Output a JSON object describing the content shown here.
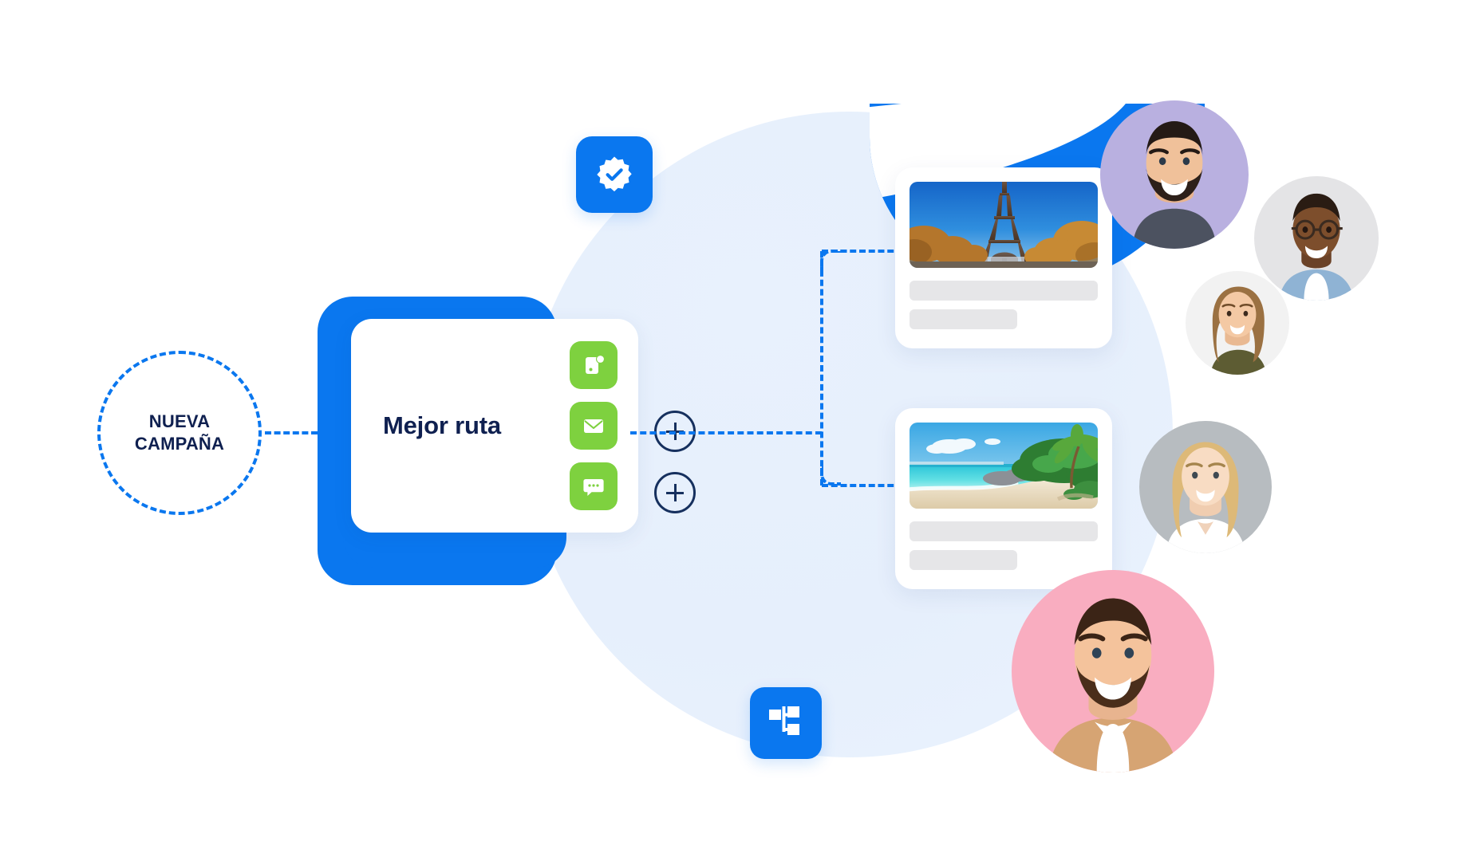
{
  "scene": {
    "title": "Campaign journey builder illustration",
    "colors": {
      "brand_blue": "#0a77ef",
      "accent_green": "#7ed13f",
      "navy_text": "#0f2050",
      "outline_navy": "#16305e",
      "soft_blue_bg": "#e8f1fd",
      "skeleton_gray": "#e6e6e8"
    }
  },
  "entry_node": {
    "label_line1": "NUEVA",
    "label_line2": "CAMPAÑA",
    "shape": "dashed-circle"
  },
  "main_card": {
    "title": "Mejor ruta",
    "channels": [
      {
        "name": "push-notification",
        "icon": "mobile-push-icon",
        "color": "#7ed13f"
      },
      {
        "name": "email",
        "icon": "envelope-icon",
        "color": "#7ed13f"
      },
      {
        "name": "sms-chat",
        "icon": "chat-bubble-icon",
        "color": "#7ed13f"
      }
    ],
    "add_buttons": [
      {
        "name": "add-step-1",
        "label": "+"
      },
      {
        "name": "add-step-2",
        "label": "+"
      }
    ]
  },
  "floating_icons": [
    {
      "name": "verified-badge-icon",
      "icon": "verified-badge",
      "color": "#0a77ef"
    },
    {
      "name": "flowchart-icon",
      "icon": "sitemap",
      "color": "#0a77ef"
    }
  ],
  "content_cards": [
    {
      "name": "content-card-paris",
      "image_alt": "Eiffel Tower in Paris with blue sky and autumn trees",
      "skeleton_lines": 2
    },
    {
      "name": "content-card-beach",
      "image_alt": "Tropical beach with turquoise water, white sand and palm trees",
      "skeleton_lines": 2
    }
  ],
  "audience_avatars": [
    {
      "name": "avatar-man-beard-purple",
      "bg": "#b9b0e0",
      "alt": "Smiling man with dark beard on lavender background"
    },
    {
      "name": "avatar-man-glasses-gray",
      "bg": "#e4e4e6",
      "alt": "Smiling man with glasses and denim shirt on gray background"
    },
    {
      "name": "avatar-woman-brown-hair",
      "bg": "#f2f2f2",
      "alt": "Smiling woman with long brown hair on white background"
    },
    {
      "name": "avatar-woman-blonde-gray",
      "bg": "#b7bcc0",
      "alt": "Smiling blonde woman in white top on gray background"
    },
    {
      "name": "avatar-man-tan-shirt-pink",
      "bg": "#f9adc0",
      "alt": "Smiling bearded man in tan shirt on pink background"
    }
  ],
  "connectors": {
    "entry_to_card": "dashed",
    "card_to_content": "dashed-branch"
  }
}
